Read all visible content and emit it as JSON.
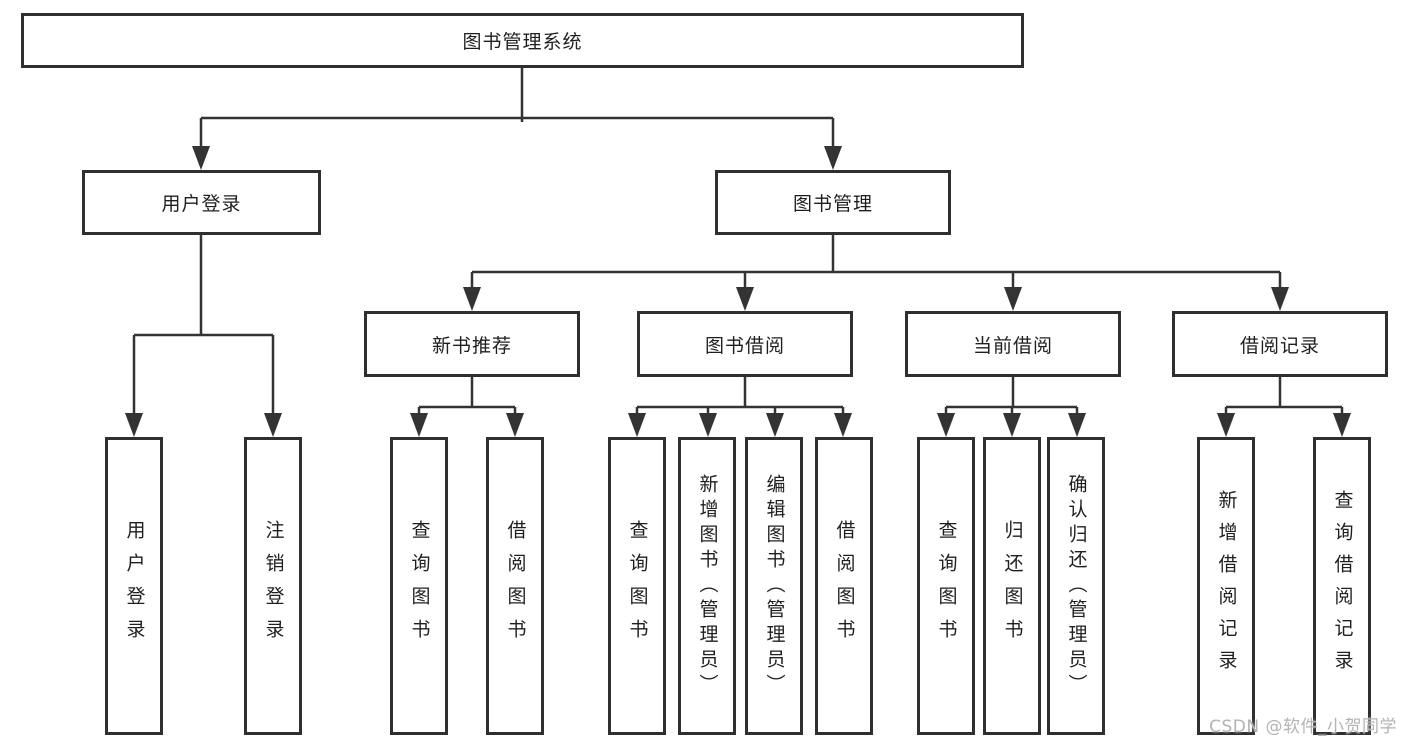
{
  "tree": {
    "root": {
      "label": "图书管理系统"
    },
    "level2": [
      {
        "label": "用户登录"
      },
      {
        "label": "图书管理"
      }
    ],
    "level3": [
      {
        "label": "新书推荐"
      },
      {
        "label": "图书借阅"
      },
      {
        "label": "当前借阅"
      },
      {
        "label": "借阅记录"
      }
    ],
    "leaves": {
      "userLogin": [
        {
          "label": "用户登录"
        },
        {
          "label": "注销登录"
        }
      ],
      "newBook": [
        {
          "label": "查询图书"
        },
        {
          "label": "借阅图书"
        }
      ],
      "bookBorrow": [
        {
          "label": "查询图书"
        },
        {
          "label": "新增图书（管理员）"
        },
        {
          "label": "编辑图书（管理员）"
        },
        {
          "label": "借阅图书"
        }
      ],
      "currentBorrow": [
        {
          "label": "查询图书"
        },
        {
          "label": "归还图书"
        },
        {
          "label": "确认归还（管理员）"
        }
      ],
      "borrowRecord": [
        {
          "label": "新增借阅记录"
        },
        {
          "label": "查询借阅记录"
        }
      ]
    }
  },
  "colors": {
    "line": "#333333",
    "border": "#2f2f2f",
    "text": "#1f1f1f",
    "watermark": "#b3b3b3"
  },
  "watermark": {
    "text": "CSDN @软件_小贺同学"
  }
}
